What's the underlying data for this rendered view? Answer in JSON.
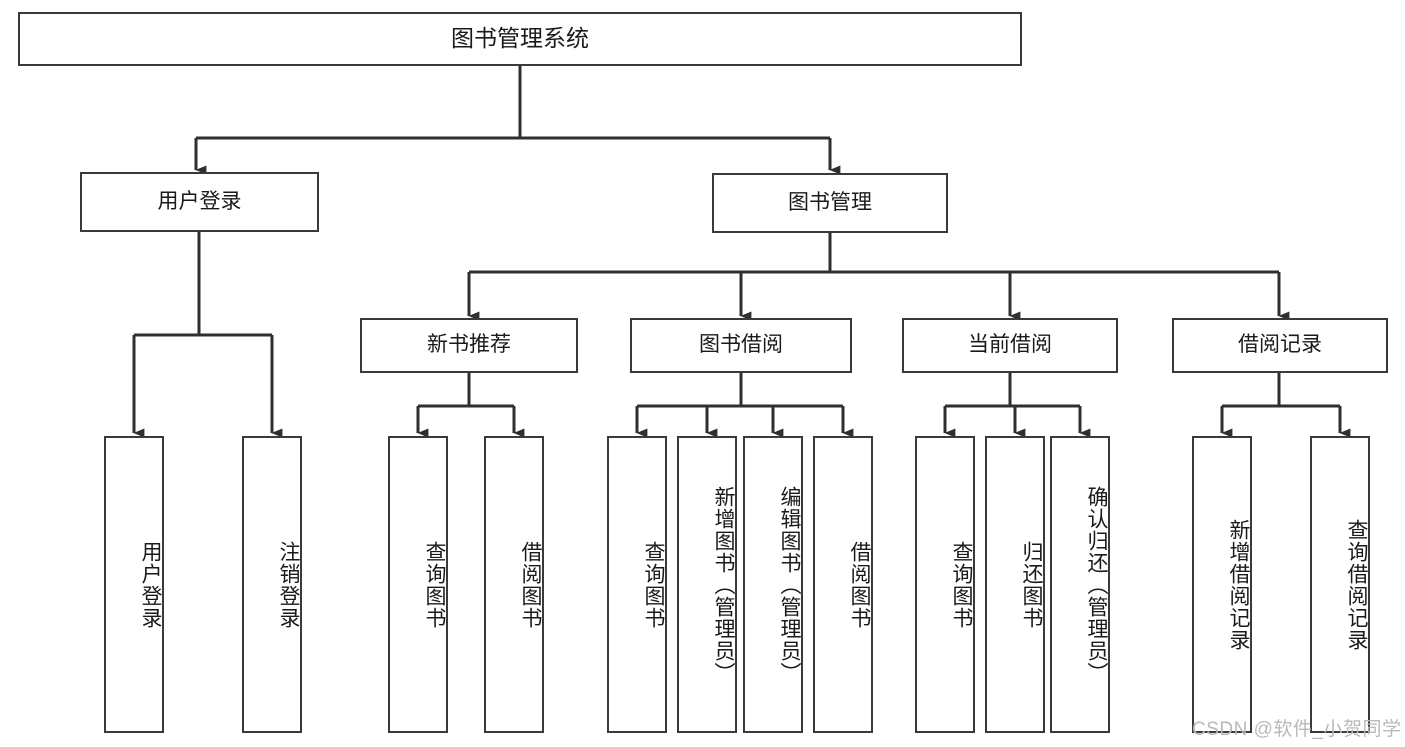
{
  "diagram": {
    "type": "tree",
    "title": "图书管理系统",
    "colors": {
      "box_border": "#3a3a3a",
      "box_fill": "#ffffff",
      "connector": "#2f2f2f",
      "text": "#1a1a1a",
      "watermark": "#b9b9b9"
    },
    "root": {
      "label": "图书管理系统"
    },
    "level2": [
      {
        "label": "用户登录"
      },
      {
        "label": "图书管理"
      }
    ],
    "level3": [
      {
        "label": "新书推荐"
      },
      {
        "label": "图书借阅"
      },
      {
        "label": "当前借阅"
      },
      {
        "label": "借阅记录"
      }
    ],
    "leaves": {
      "user_login": [
        {
          "label": "用户登录"
        },
        {
          "label": "注销登录"
        }
      ],
      "new_book_recommend": [
        {
          "label": "查询图书"
        },
        {
          "label": "借阅图书"
        }
      ],
      "book_borrow": [
        {
          "label": "查询图书"
        },
        {
          "label": "新增图书（管理员）"
        },
        {
          "label": "编辑图书（管理员）"
        },
        {
          "label": "借阅图书"
        }
      ],
      "current_borrow": [
        {
          "label": "查询图书"
        },
        {
          "label": "归还图书"
        },
        {
          "label": "确认归还（管理员）"
        }
      ],
      "borrow_record": [
        {
          "label": "新增借阅记录"
        },
        {
          "label": "查询借阅记录"
        }
      ]
    }
  },
  "watermark": {
    "text": "CSDN @软件_小贺同学"
  }
}
